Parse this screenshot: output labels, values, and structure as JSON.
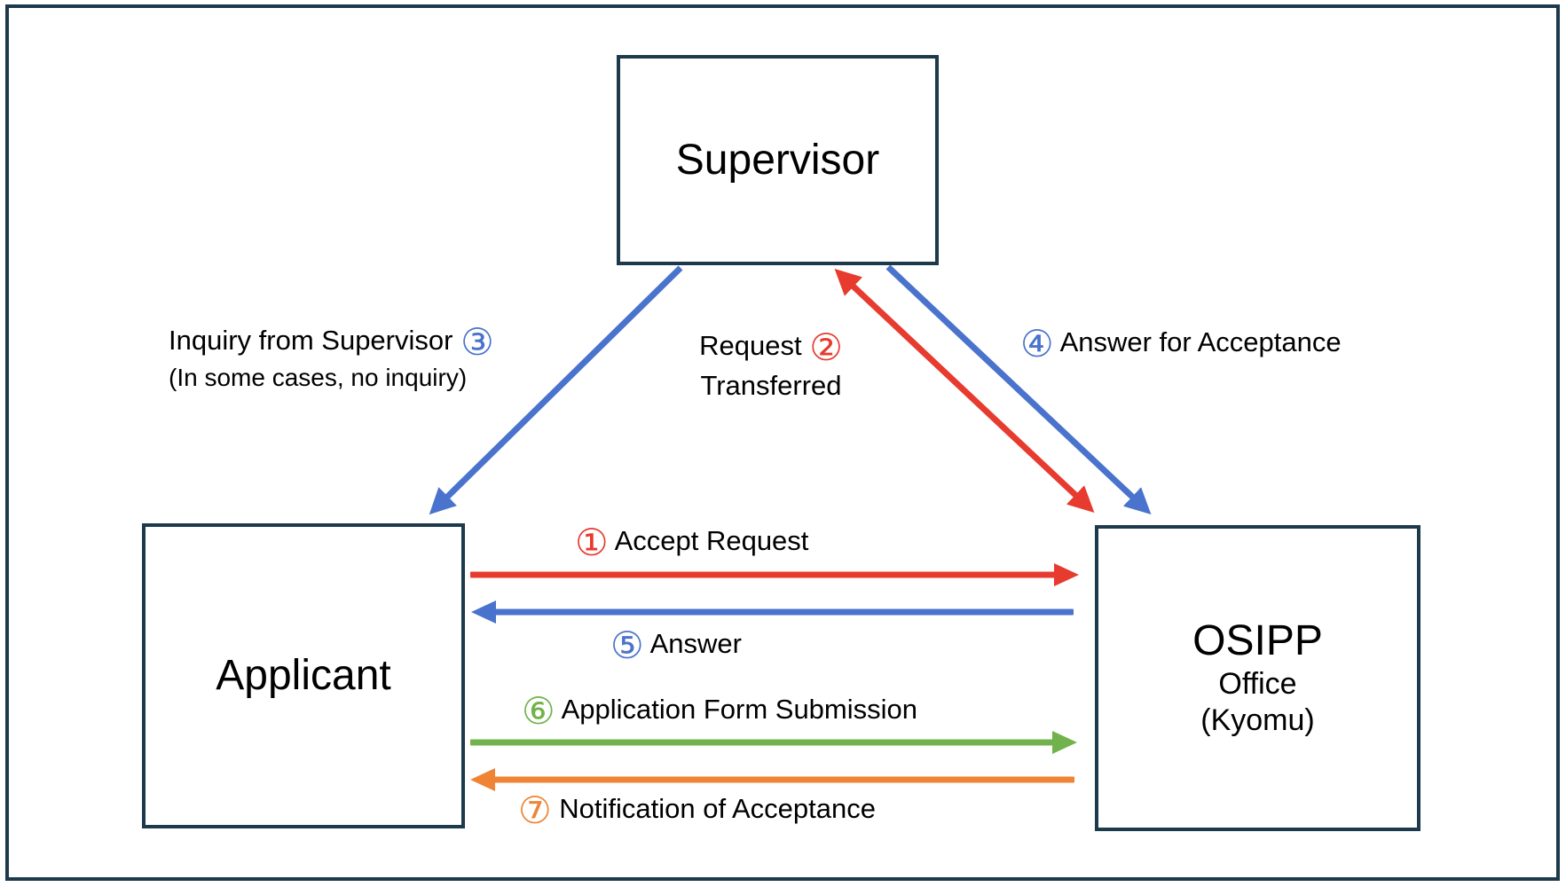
{
  "diagram": {
    "nodes": {
      "supervisor": {
        "label": "Supervisor"
      },
      "applicant": {
        "label": "Applicant"
      },
      "osipp": {
        "name": "OSIPP",
        "sub1": "Office",
        "sub2": "(Kyomu)"
      }
    },
    "steps": {
      "step1": {
        "number": "①",
        "label": "Accept Request",
        "color_name": "red"
      },
      "step2": {
        "label_line1": "Request",
        "number": "②",
        "label_line2": "Transferred",
        "color_name": "red"
      },
      "step3": {
        "label": "Inquiry from Supervisor",
        "number": "③",
        "note": "(In some cases, no inquiry)",
        "color_name": "blue"
      },
      "step4": {
        "number": "④",
        "label": "Answer for Acceptance",
        "color_name": "blue"
      },
      "step5": {
        "number": "⑤",
        "label": "Answer",
        "color_name": "blue"
      },
      "step6": {
        "number": "⑥",
        "label": "Application Form Submission",
        "color_name": "green"
      },
      "step7": {
        "number": "⑦",
        "label": "Notification of Acceptance",
        "color_name": "orange"
      }
    },
    "colors": {
      "red": "#e73b2f",
      "blue": "#4a73cd",
      "green": "#72b24c",
      "orange": "#ee8434",
      "border": "#1d3a4c",
      "text": "#000000",
      "bg": "#ffffff"
    }
  }
}
